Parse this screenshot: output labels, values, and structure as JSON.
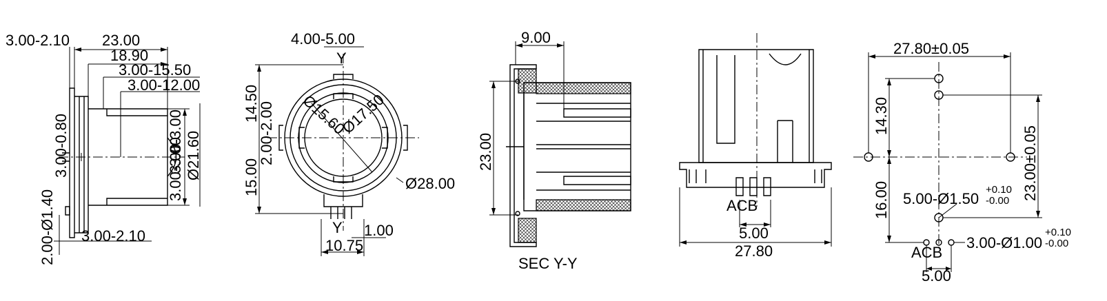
{
  "side_view": {
    "d_3_2_10_top": "3.00-2.10",
    "d_23": "23.00",
    "d_18_9": "18.90",
    "d_3_15_5": "3.00-15.50",
    "d_3_12": "3.00-12.00",
    "d_3_0_8": "3.00-0.80",
    "d_3_3": "3.00-3.00",
    "d_3_3b": "3.00-3.00",
    "d_21_6": "Ø21.60",
    "d_2_1_4": "2.00-Ø1.40",
    "d_3_2_10_bot": "3.00-2.10"
  },
  "front_view": {
    "d_4_5": "4.00-5.00",
    "y_top": "Y",
    "d_14_5": "14.50",
    "d_2_2": "2.00-2.00",
    "d_15_6": "Ø15.60",
    "d_17_5": "Ø17.50",
    "d_15": "15.00",
    "d_28": "Ø28.00",
    "y_bot": "Y",
    "d_1": "1.00",
    "d_10_75": "10.75"
  },
  "section_view": {
    "d_9": "9.00",
    "d_23": "23.00",
    "caption": "SEC  Y-Y"
  },
  "pin_view": {
    "pin_labels": "ACB",
    "d_5": "5.00",
    "d_27_8": "27.80"
  },
  "footprint_view": {
    "d_27_8_tol": "27.80±0.05",
    "d_14_3": "14.30",
    "d_23_tol": "23.00±0.05",
    "d_16": "16.00",
    "hole_1_5": "5.00-Ø1.50",
    "tol_plus": "+0.10",
    "tol_minus": "-0.00",
    "hole_1": "3.00-Ø1.00",
    "tol2_plus": "+0.10",
    "tol2_minus": "-0.00",
    "pin_labels": "ACB",
    "d_5": "5.00"
  }
}
